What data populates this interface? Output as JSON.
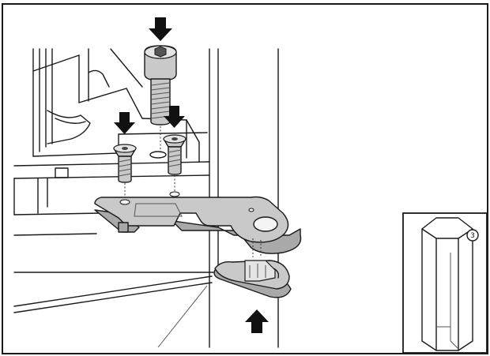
{
  "diagram": {
    "inset": {
      "callout_number": "3"
    },
    "arrows": {
      "top": "down",
      "screw_left": "down",
      "screw_right": "down",
      "cover": "up"
    },
    "colors": {
      "line": "#1a1a1a",
      "metal": "#c9c9c9",
      "metal_shadow": "#a9a9a9",
      "arrow": "#111111"
    }
  }
}
